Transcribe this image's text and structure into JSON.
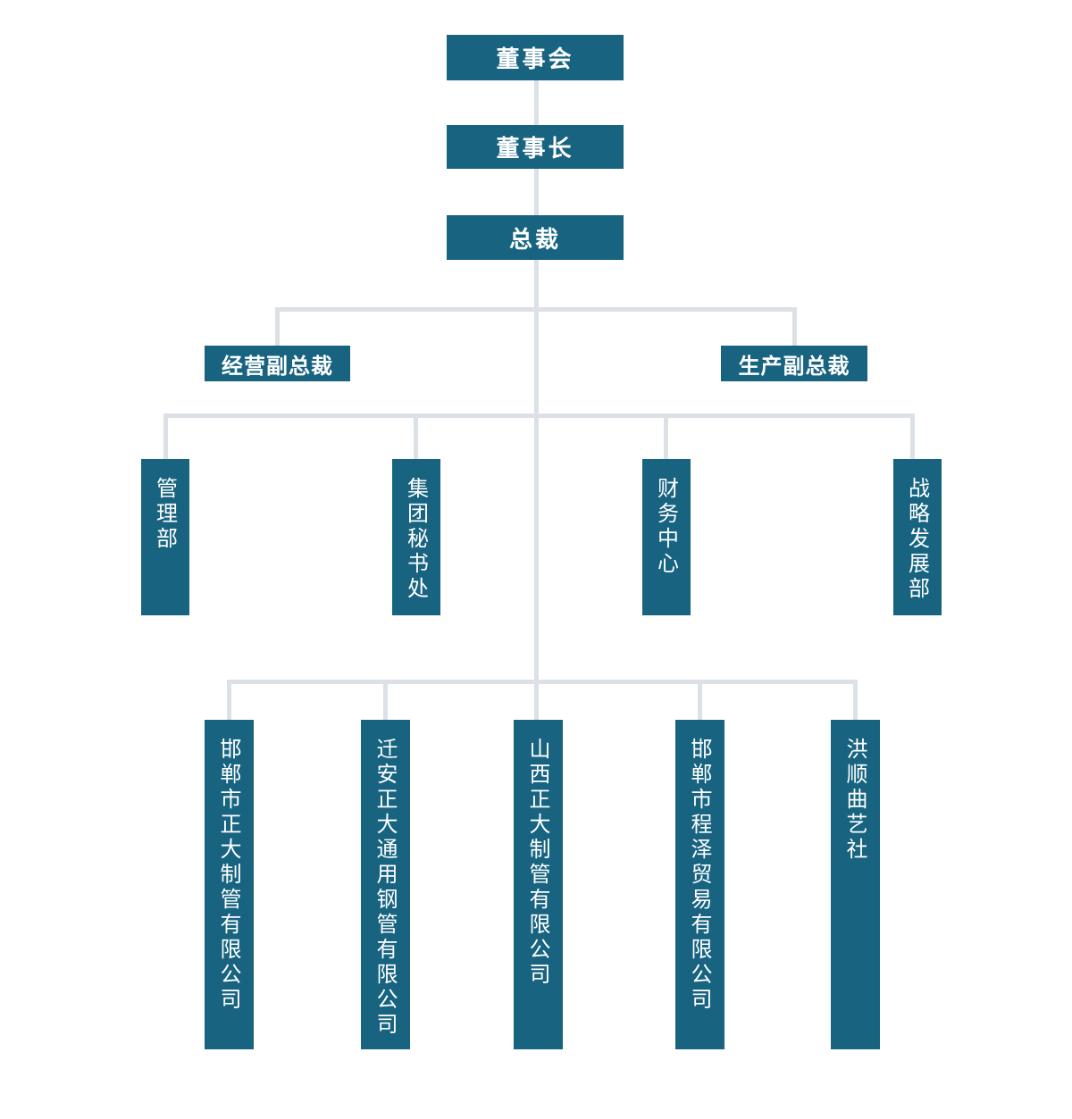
{
  "colors": {
    "box": "#176380",
    "line": "#dbe1e6",
    "text": "#ffffff",
    "background": "#ffffff"
  },
  "org": {
    "chain": [
      {
        "label": "董事会"
      },
      {
        "label": "董事长"
      },
      {
        "label": "总裁"
      }
    ],
    "vps": [
      {
        "label": "经营副总裁"
      },
      {
        "label": "生产副总裁"
      }
    ],
    "departments": [
      {
        "label": "管理部"
      },
      {
        "label": "集团秘书处"
      },
      {
        "label": "财务中心"
      },
      {
        "label": "战略发展部"
      }
    ],
    "subsidiaries": [
      {
        "label": "邯郸市正大制管有限公司"
      },
      {
        "label": "迁安正大通用钢管有限公司"
      },
      {
        "label": "山西正大制管有限公司"
      },
      {
        "label": "邯郸市程泽贸易有限公司"
      },
      {
        "label": "洪顺曲艺社"
      }
    ]
  }
}
